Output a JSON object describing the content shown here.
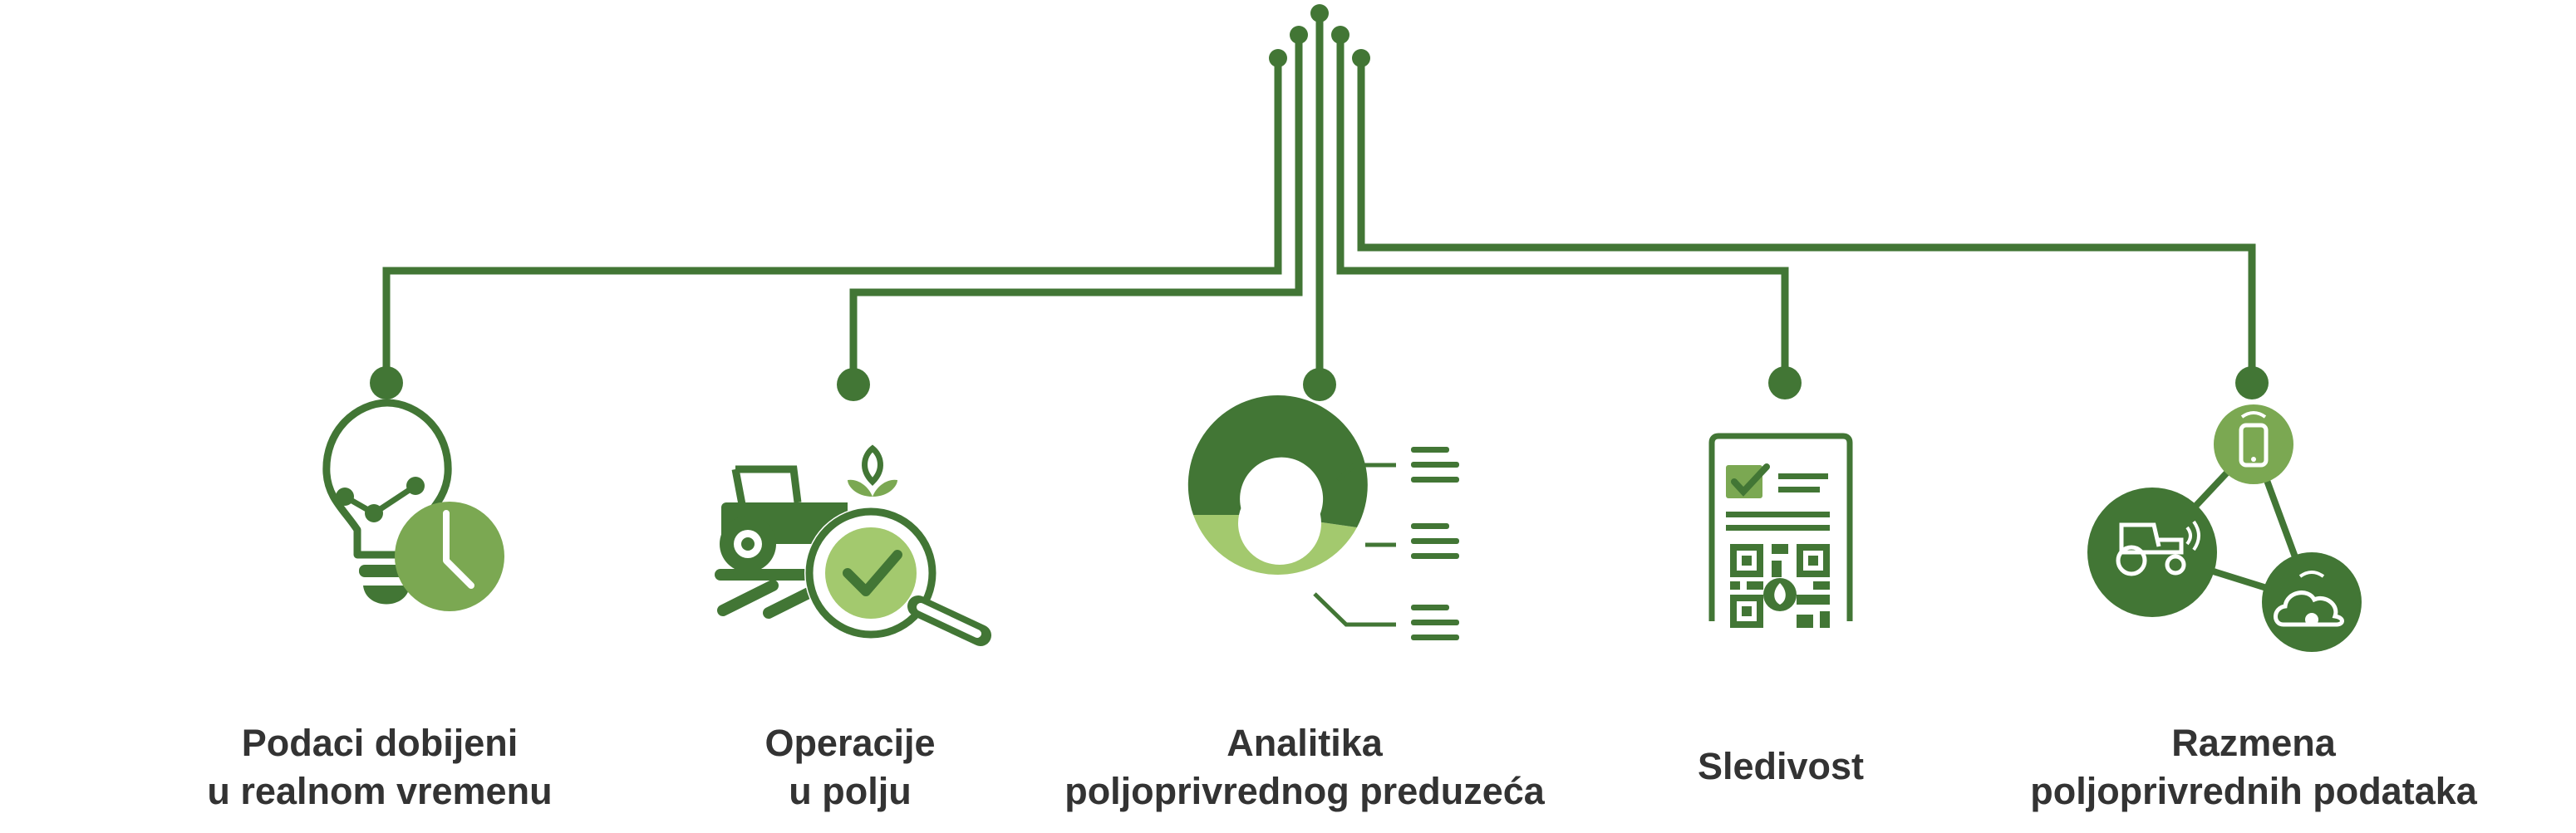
{
  "colors": {
    "dark_green": "#427635",
    "mid_green": "#7BA852",
    "light_green": "#A3C96E",
    "text": "#333333"
  },
  "items": [
    {
      "id": "real-time-data",
      "icon": "lightbulb-clock-icon",
      "line1": "Podaci dobijeni",
      "line2": "u realnom vremenu"
    },
    {
      "id": "field-operations",
      "icon": "tractor-magnifier-icon",
      "line1": "Operacije",
      "line2": "u polju"
    },
    {
      "id": "farm-analytics",
      "icon": "donut-chart-icon",
      "line1": "Analitika",
      "line2": "poljoprivrednog preduzeća"
    },
    {
      "id": "traceability",
      "icon": "document-qr-code-icon",
      "line1": "Sledivost",
      "line2": ""
    },
    {
      "id": "data-exchange",
      "icon": "connected-network-icon",
      "line1": "Razmena",
      "line2": "poljoprivrednih podataka"
    }
  ]
}
